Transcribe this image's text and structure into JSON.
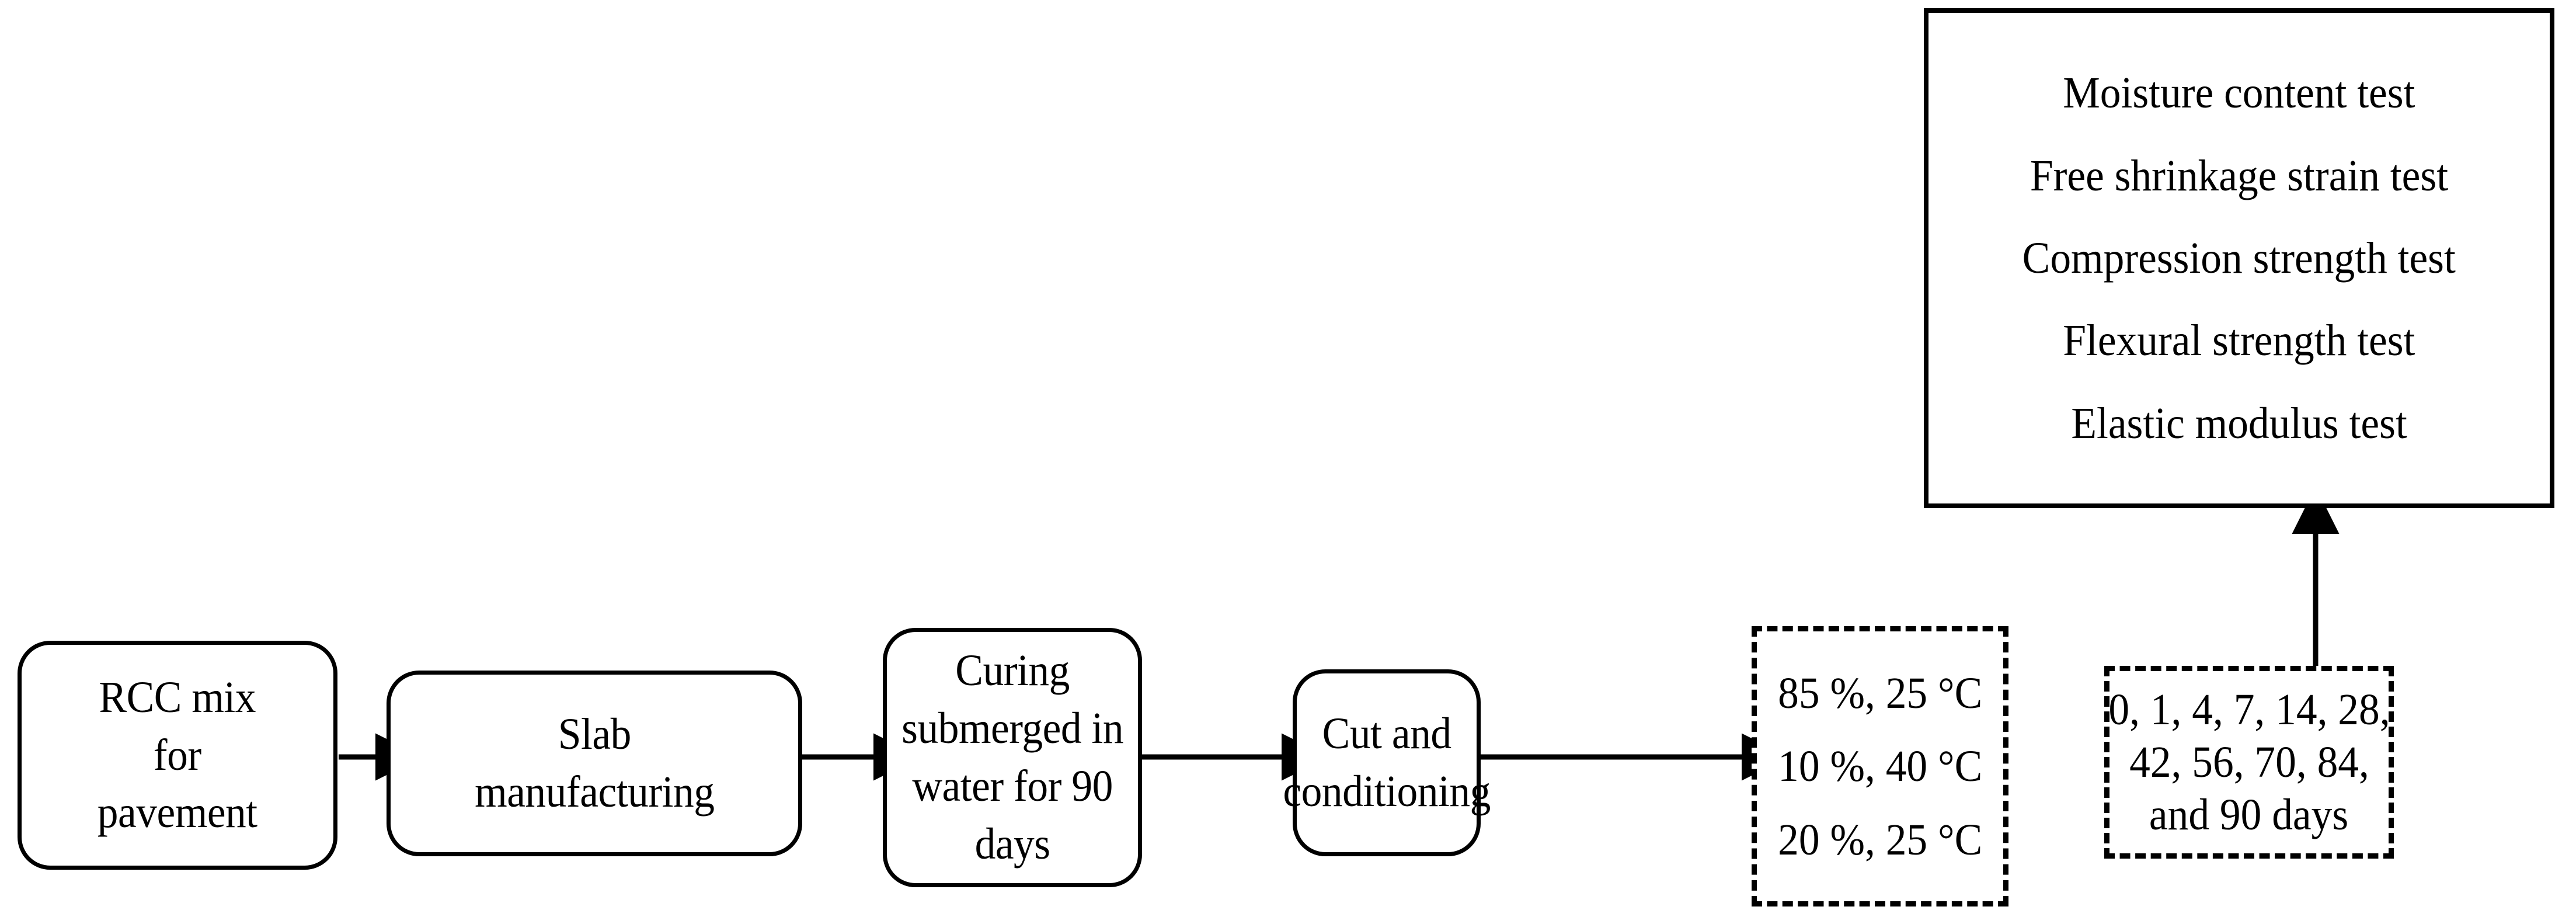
{
  "diagram": {
    "title": "RCC pavement experimental program flowchart",
    "stroke_color": "#000000",
    "background_color": "#ffffff",
    "process_nodes": [
      {
        "id": "rcc-mix",
        "label": "RCC mix\nfor\npavement"
      },
      {
        "id": "slab-manufacturing",
        "label": "Slab\nmanufacturing"
      },
      {
        "id": "curing",
        "label": "Curing\nsubmerged in\nwater for 90\ndays"
      },
      {
        "id": "cut-conditioning",
        "label": "Cut and\nconditioning"
      }
    ],
    "conditions_box": {
      "id": "conditioning-conditions",
      "style": "dashed",
      "lines": [
        "85 %, 25 °C",
        "10 %, 40 °C",
        "20 %, 25 °C"
      ]
    },
    "ages_box": {
      "id": "testing-ages",
      "style": "dashed",
      "lines": [
        "0, 1, 4, 7, 14, 28,",
        "42, 56, 70, 84,",
        "and 90 days"
      ]
    },
    "tests_box": {
      "id": "tests-performed",
      "style": "solid",
      "items": [
        "Moisture content test",
        "Free shrinkage strain test",
        "Compression strength test",
        "Flexural strength test",
        "Elastic modulus test"
      ]
    },
    "arrows": [
      {
        "id": "arrow-rcc-to-slab",
        "direction": "right"
      },
      {
        "id": "arrow-slab-to-curing",
        "direction": "right"
      },
      {
        "id": "arrow-curing-to-cut",
        "direction": "right"
      },
      {
        "id": "arrow-cut-to-conditions",
        "direction": "right"
      },
      {
        "id": "arrow-ages-to-tests",
        "direction": "up"
      }
    ]
  }
}
